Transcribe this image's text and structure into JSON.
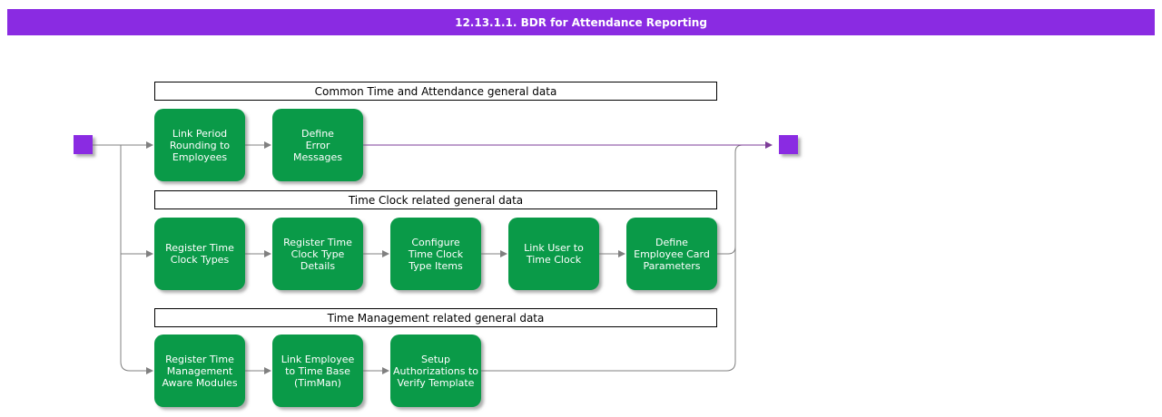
{
  "title": "12.13.1.1. BDR for Attendance Reporting",
  "colors": {
    "header_purple": "#8A2BE2",
    "node_purple": "#8A2BE2",
    "activity_green": "#0A9A48",
    "connector_gray": "#808080",
    "connector_purple": "#7D3C98",
    "section_border": "#000000",
    "canvas_bg": "#FFFFFF"
  },
  "nodes": {
    "start": "start-node",
    "end": "end-node"
  },
  "sections": [
    {
      "label": "Common Time and Attendance general data",
      "activities": [
        "Link Period\nRounding to\nEmployees",
        "Define\nError\nMessages"
      ]
    },
    {
      "label": "Time Clock related general data",
      "activities": [
        "Register Time\nClock Types",
        "Register Time\nClock Type\nDetails",
        "Configure\nTime Clock\nType Items",
        "Link User to\nTime Clock",
        "Define\nEmployee Card\nParameters"
      ]
    },
    {
      "label": "Time Management related general data",
      "activities": [
        "Register Time\nManagement\nAware Modules",
        "Link Employee\nto Time Base\n(TimMan)",
        "Setup\nAuthorizations to\nVerify Template"
      ]
    }
  ]
}
